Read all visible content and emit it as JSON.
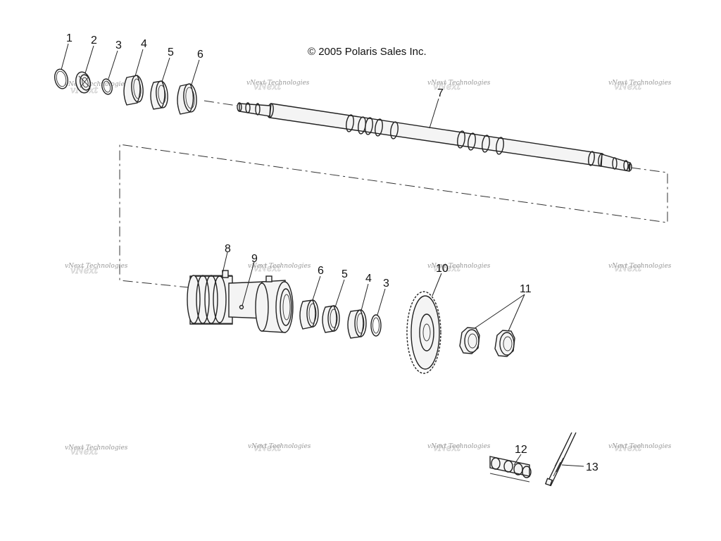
{
  "copyright": "© 2005 Polaris Sales Inc.",
  "watermark": {
    "text": "vNext Technologies",
    "logo_text": "vNext"
  },
  "callouts": {
    "c1": "1",
    "c2": "2",
    "c3": "3",
    "c4": "4",
    "c5": "5",
    "c6": "6",
    "c7": "7",
    "c8": "8",
    "c9": "9",
    "c6b": "6",
    "c5b": "5",
    "c4b": "4",
    "c3b": "3",
    "c10": "10",
    "c11": "11",
    "c12": "12",
    "c13": "13"
  }
}
